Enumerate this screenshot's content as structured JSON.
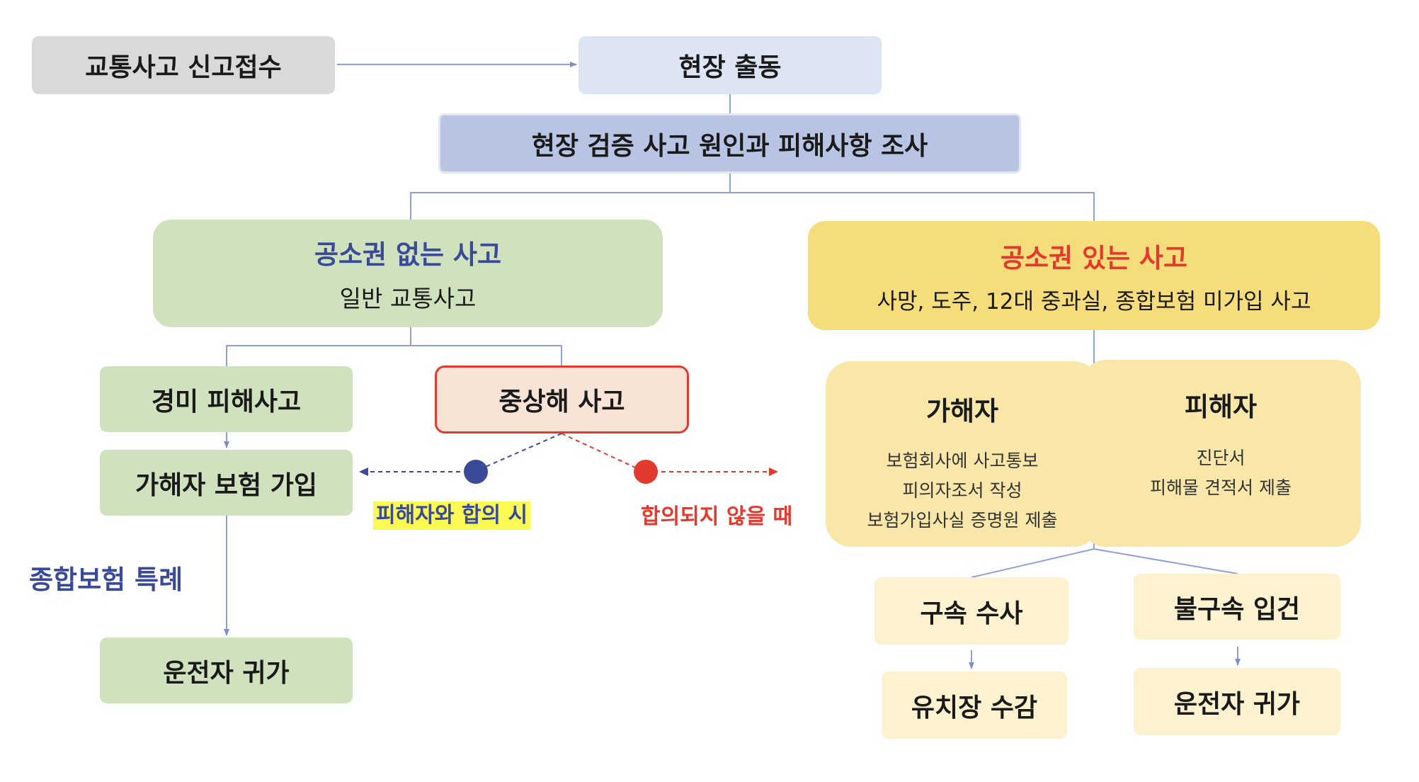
{
  "nodes": {
    "report": "교통사고 신고접수",
    "dispatch": "현장 출동",
    "investigate": "현장 검증 사고 원인과 피해사항 조사",
    "no_prosecution": {
      "title": "공소권 없는 사고",
      "subtitle": "일반 교통사고"
    },
    "prosecution": {
      "title": "공소권 있는 사고",
      "subtitle": "사망, 도주, 12대 중과실, 종합보험 미가입 사고"
    },
    "minor": "경미 피해사고",
    "serious": "중상해 사고",
    "insured": "가해자 보험 가입",
    "driver_home_left": "운전자 귀가",
    "offender": {
      "title": "가해자",
      "items": [
        "보험회사에 사고통보",
        "피의자조서 작성",
        "보험가입사실 증명원 제출"
      ]
    },
    "victim": {
      "title": "피해자",
      "items": [
        "진단서",
        "피해물 견적서 제출"
      ]
    },
    "arrest": "구속 수사",
    "detention": "유치장 수감",
    "non_arrest": "불구속 입건",
    "driver_home_right": "운전자 귀가"
  },
  "labels": {
    "agreement": "피해자와 합의 시",
    "no_agreement": "합의되지 않을 때",
    "special_insurance": "종합보험 특례"
  },
  "colors": {
    "gray": "#d9d9d9",
    "light_blue": "#dde4f3",
    "blue": "#b7c4e3",
    "green": "#cfe2bd",
    "yellow": "#f6dd7b",
    "light_yellow": "#f9e7a9",
    "pale_yellow": "#fcf2cf",
    "peach": "#f7e4d6",
    "red": "#e23a2e",
    "navy": "#3b4a98",
    "highlight": "#fbfa52"
  }
}
